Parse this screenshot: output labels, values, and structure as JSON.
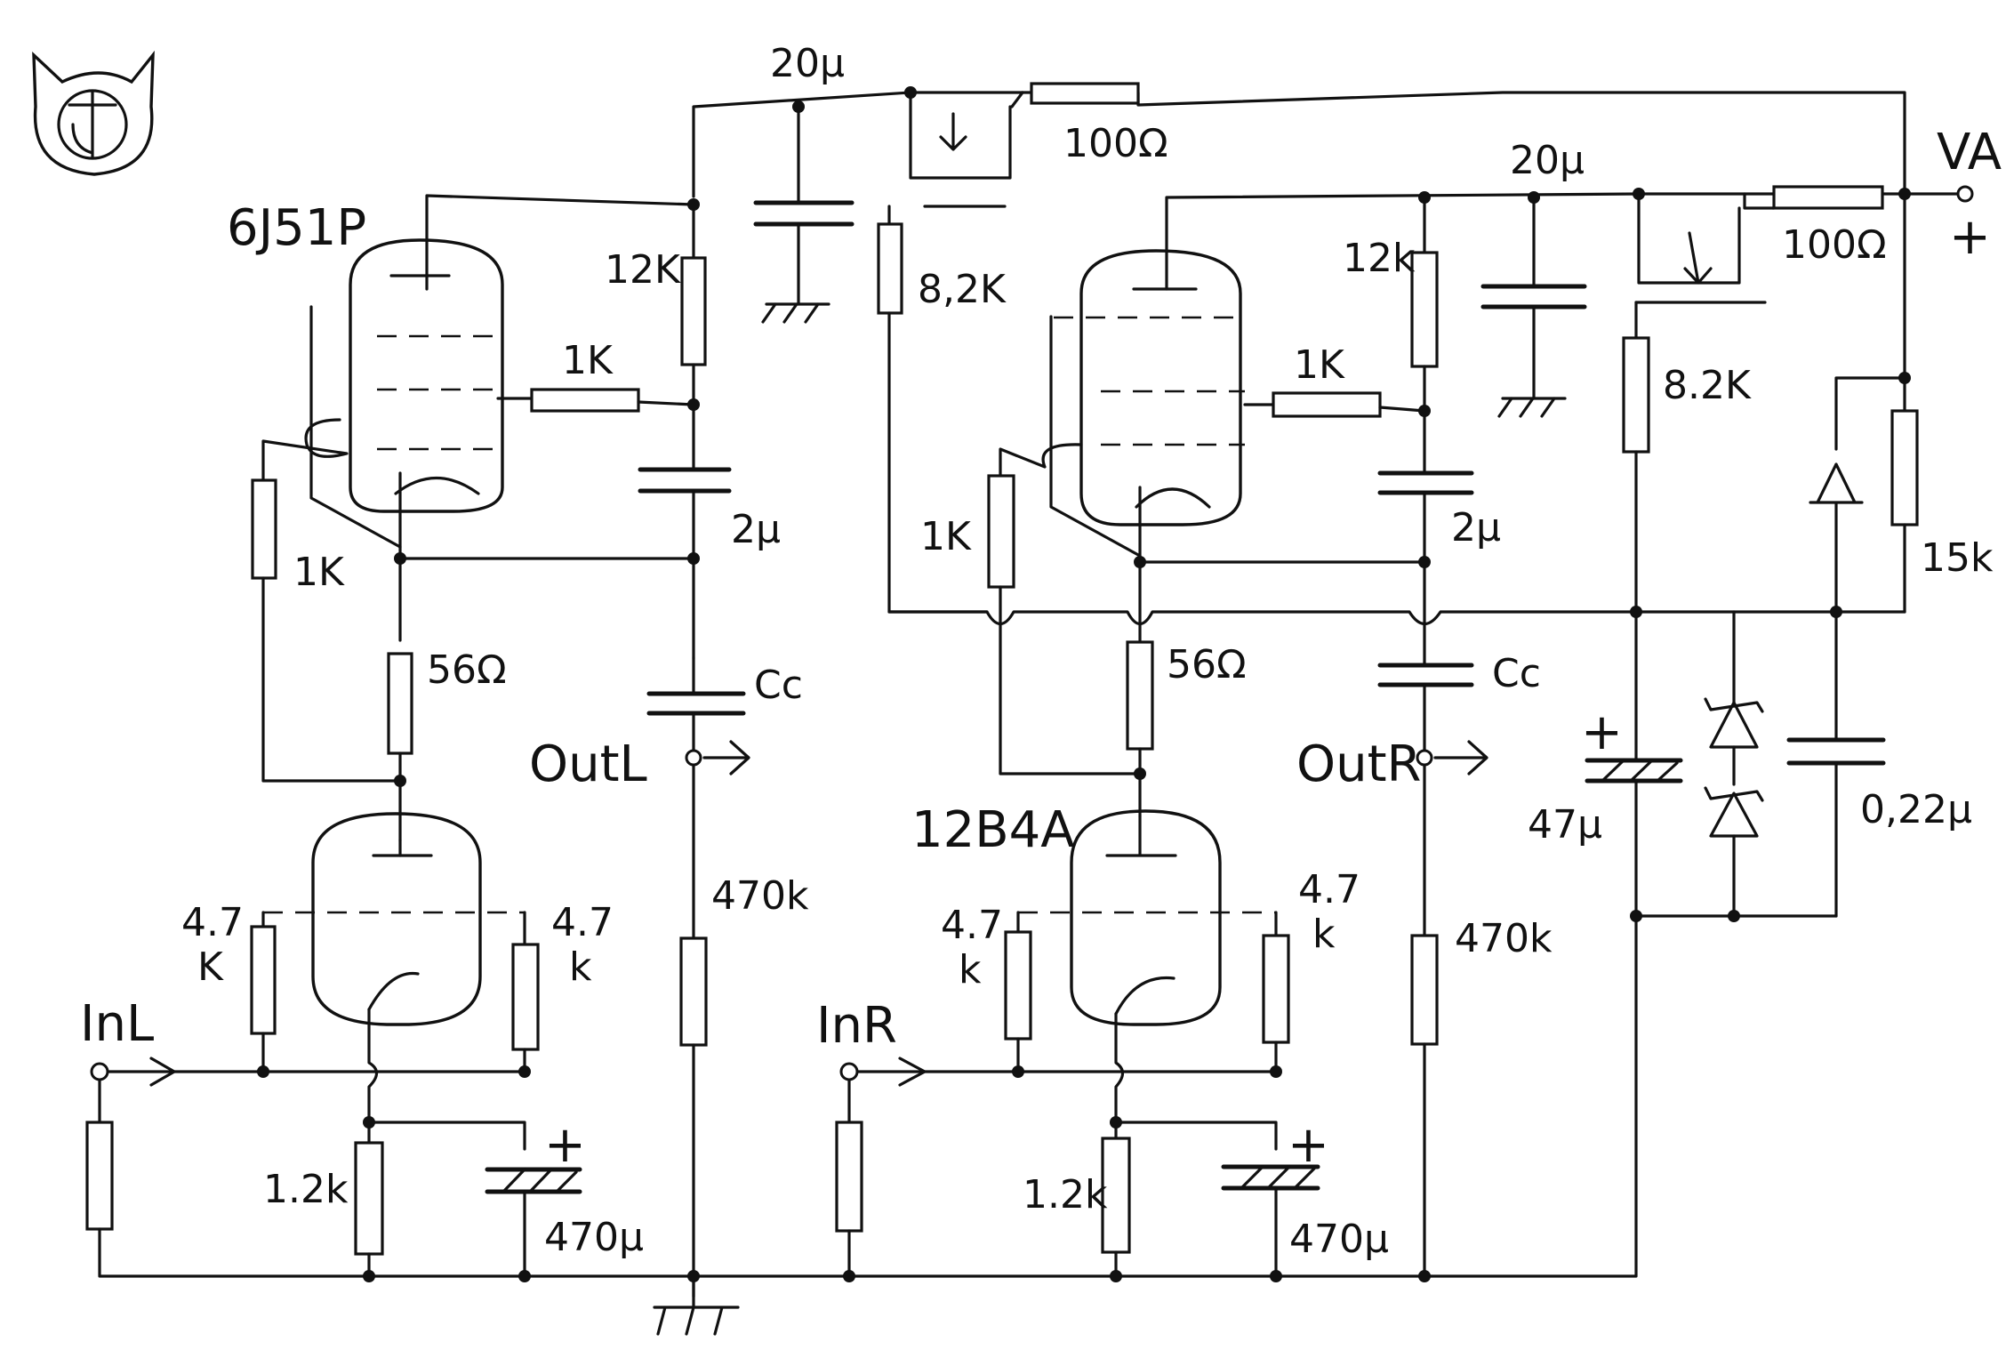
{
  "tubes": {
    "upper": "6J51P",
    "lower": "12B4A"
  },
  "supply": {
    "label": "VA",
    "polarity": "+"
  },
  "labels": {
    "cap_top_left": "20μ",
    "cap_top_right": "20μ",
    "res_feed_left": "100Ω",
    "res_feed_right": "100Ω",
    "res_plate_left": "12K",
    "res_plate_right": "12k",
    "res_bleed_left": "8,2K",
    "res_bleed_right": "8.2K",
    "res_g2_left": "1K",
    "res_g2_right": "1K",
    "res_g1_left": "1K",
    "res_g1_right": "1K",
    "cap_mid_left": "2μ",
    "cap_mid_right": "2μ",
    "res_cath_left": "56Ω",
    "res_cath_right": "56Ω",
    "cap_out_left": "Cc",
    "cap_out_right": "Cc",
    "out_left": "OutL",
    "out_right": "OutR",
    "res_load_left": "470k",
    "res_load_right": "470k",
    "res_grid_a_left": "4.7\nK",
    "res_grid_b_left": "4.7\nk",
    "res_grid_a_right": "4.7\nk",
    "res_grid_b_right": "4.7\nk",
    "in_left": "InL",
    "in_right": "InR",
    "res_k_left": "1.2k",
    "res_k_right": "1.2k",
    "cap_k_left": "470μ",
    "cap_k_right": "470μ",
    "cap_reg": "47μ",
    "cap_ref": "0,22μ",
    "res_ref": "15k",
    "cap_reg_plus": "+",
    "cap_k_left_plus": "+",
    "cap_k_right_plus": "+"
  }
}
